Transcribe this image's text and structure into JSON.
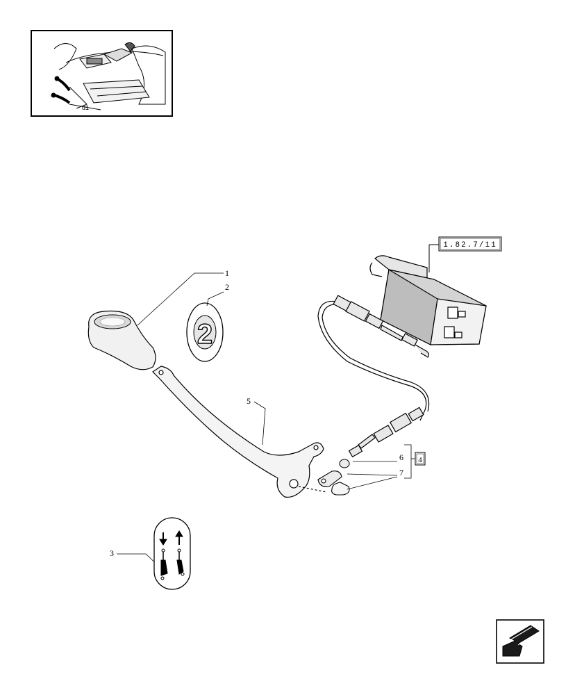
{
  "thumbnail": {
    "label": "d1",
    "icon": "tractor-cab-locator-icon"
  },
  "reference": {
    "section_ref": "1.82.7/11",
    "group_ref": "4"
  },
  "callouts": {
    "c1": "1",
    "c2": "2",
    "c3": "3",
    "c5": "5",
    "c6": "6",
    "c7": "7"
  },
  "badge": {
    "digit": "2"
  },
  "navigation": {
    "icon": "next-page-arrow-icon"
  },
  "colors": {
    "line": "#000000",
    "background": "#ffffff",
    "shade": "#d9d9d9"
  }
}
